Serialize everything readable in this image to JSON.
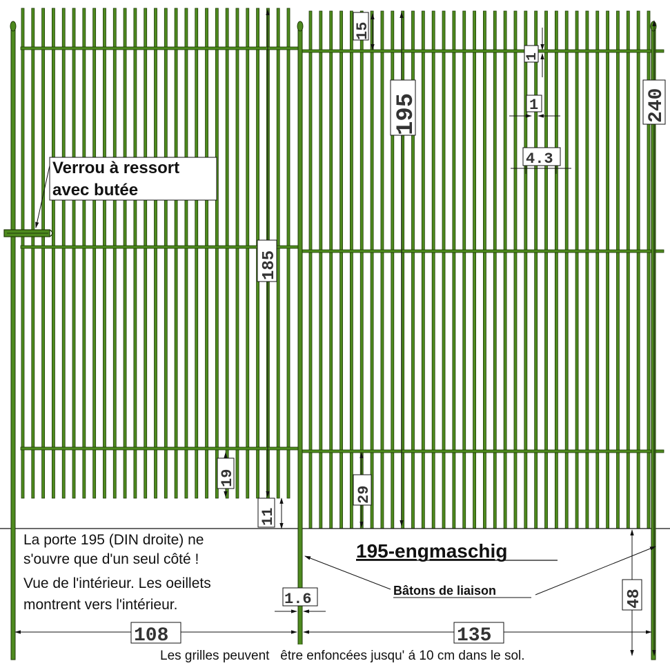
{
  "colors": {
    "bar": "#4e8a1e",
    "bar_edge": "#1f3a08",
    "line": "#111111",
    "dim_box": "#ffffff",
    "dim_text": "#333333"
  },
  "gate": {
    "name": "porte 195",
    "width_label": "108",
    "bar_count": 27
  },
  "fence": {
    "width_label": "135",
    "bar_count": 34
  },
  "dimensions": {
    "d15": "15",
    "d195": "195",
    "d1_vertical": "1",
    "d1_horizontal": "1",
    "d4_3": "4.3",
    "d240": "240",
    "d185": "185",
    "d19": "19",
    "d11": "11",
    "d29": "29",
    "d48": "48",
    "d1_6": "1.6",
    "d108": "108",
    "d135": "135"
  },
  "labels": {
    "latch_line1": "Verrou à ressort",
    "latch_line2": "avec butée",
    "product_name": "195-engmaschig",
    "connectors": "Bâtons de liaison",
    "note_line1": "La porte 195 (DIN droite) ne",
    "note_line2": "s'ouvre que d'un seul côté !",
    "note_line3": "Vue de l'intérieur. Les oeillets",
    "note_line4": "montrent vers l'intérieur.",
    "footer": "Les grilles peuvent   être enfoncées jusqu' á 10 cm dans le sol."
  }
}
